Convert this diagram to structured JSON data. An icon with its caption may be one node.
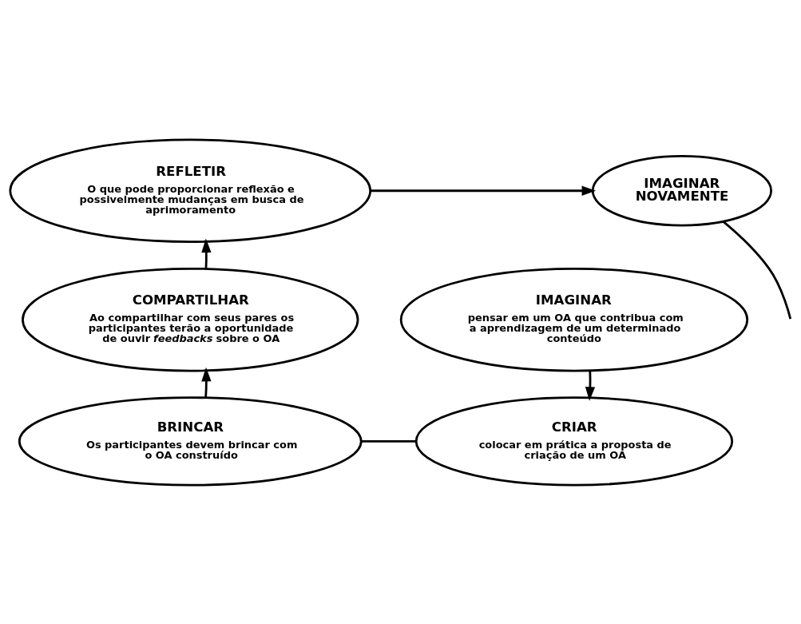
{
  "diagram": {
    "nodes": [
      {
        "text": [
          "REFLETIR",
          "O que pode proporcionar reflexão e possivelmente mudanças em busca de aprimoramento"
        ]
      },
      {
        "text": [
          "IMAGINAR NOVAMENTE"
        ]
      },
      {
        "text": [
          "IMAGINAR",
          "pensar em um OA que contribua com a aprendizagem de um determinado conteúdo"
        ]
      },
      {
        "text": [
          "COMPARTILHAR",
          "Ao compartilhar com seus pares os participantes terão a oportunidade de ouvir *feedbacks* sobre o OA"
        ]
      },
      {
        "text": [
          "CRIAR",
          "colocar em prática a proposta de criação de um OA"
        ]
      },
      {
        "text": [
          "BRINCAR",
          "Os participantes devem brincar com o OA construído"
        ]
      }
    ],
    "edges": [
      {
        "from": 2,
        "to": 4,
        "arrow": "to"
      },
      {
        "from": 4,
        "to": 5,
        "arrow": "none"
      },
      {
        "from": 5,
        "to": 3,
        "arrow": "to"
      },
      {
        "from": 3,
        "to": 0,
        "arrow": "to"
      },
      {
        "from": 0,
        "to": 1,
        "arrow": "to"
      },
      {
        "from": 1,
        "to": null,
        "arrow": "none"
      }
    ]
  }
}
